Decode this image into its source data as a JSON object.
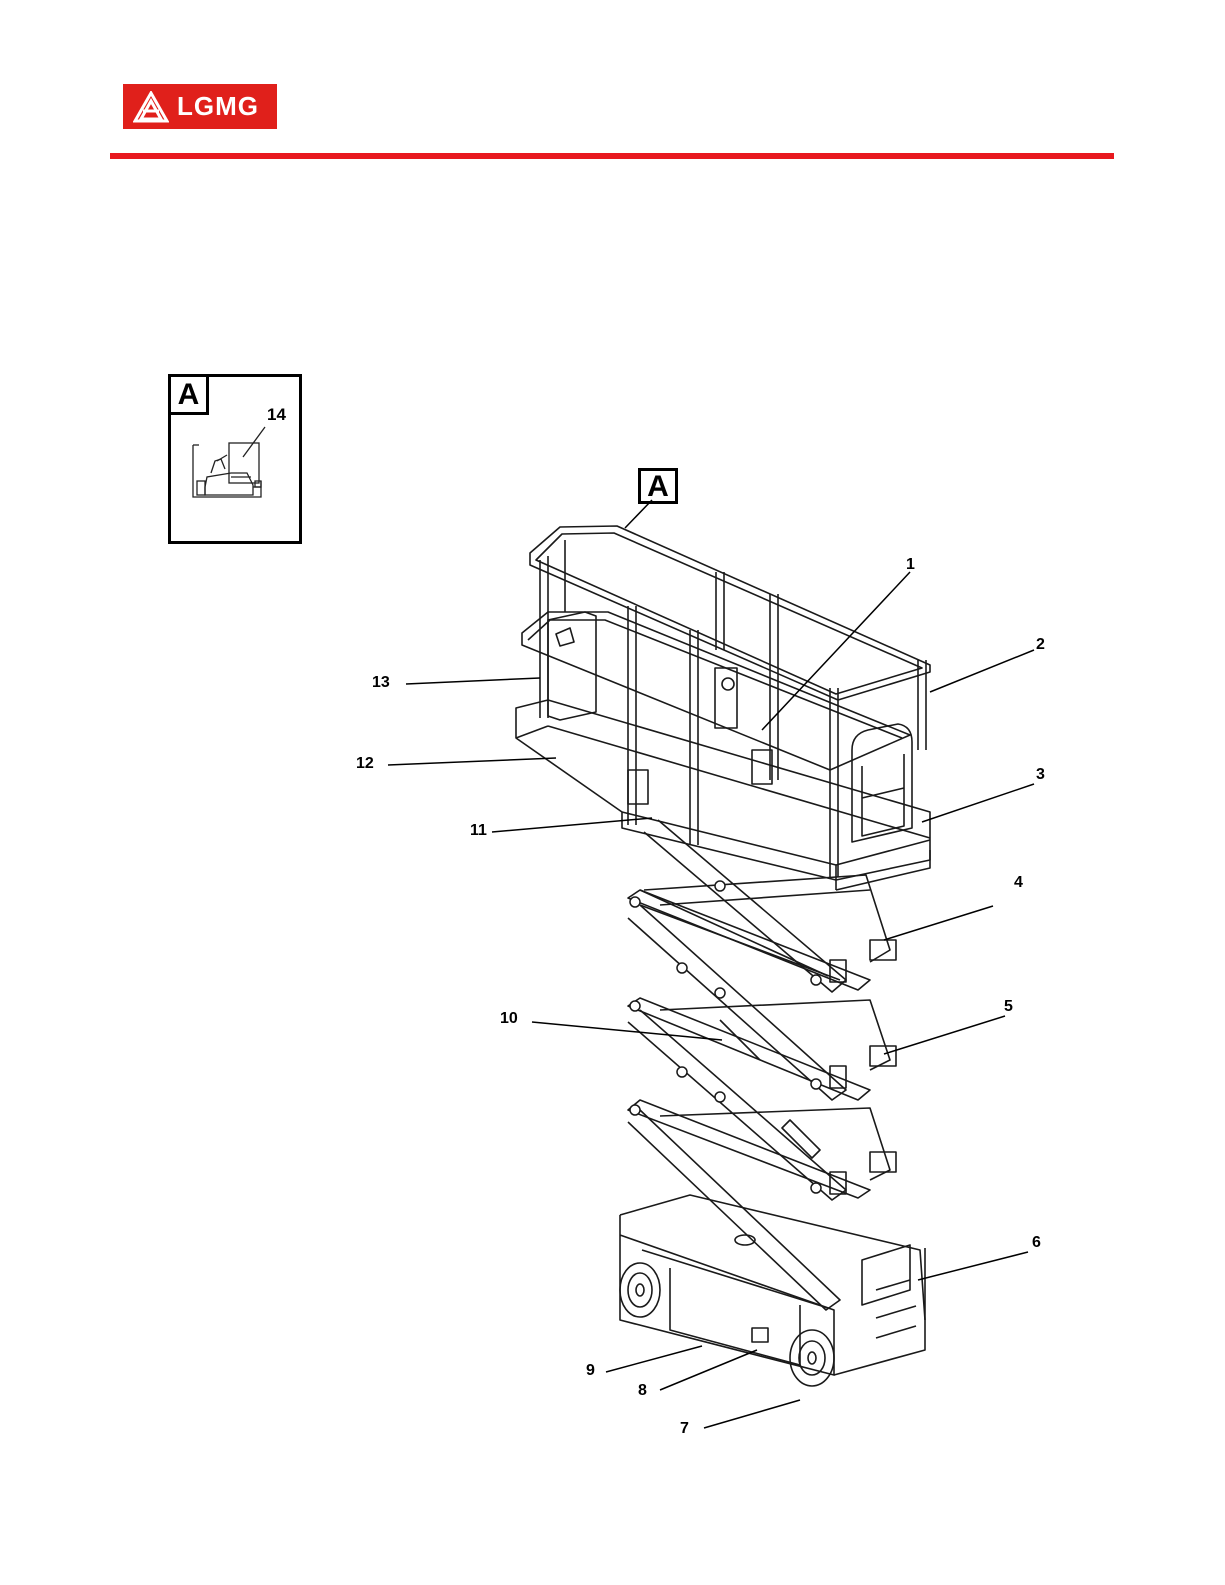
{
  "header": {
    "brand": "LGMG",
    "brand_color": "#e0201b",
    "rule_color": "#e8191f"
  },
  "inset": {
    "letter": "A",
    "callout": "14"
  },
  "figure": {
    "detail_marker": "A",
    "callouts": [
      "1",
      "2",
      "3",
      "4",
      "5",
      "6",
      "7",
      "8",
      "9",
      "10",
      "11",
      "12",
      "13"
    ]
  }
}
